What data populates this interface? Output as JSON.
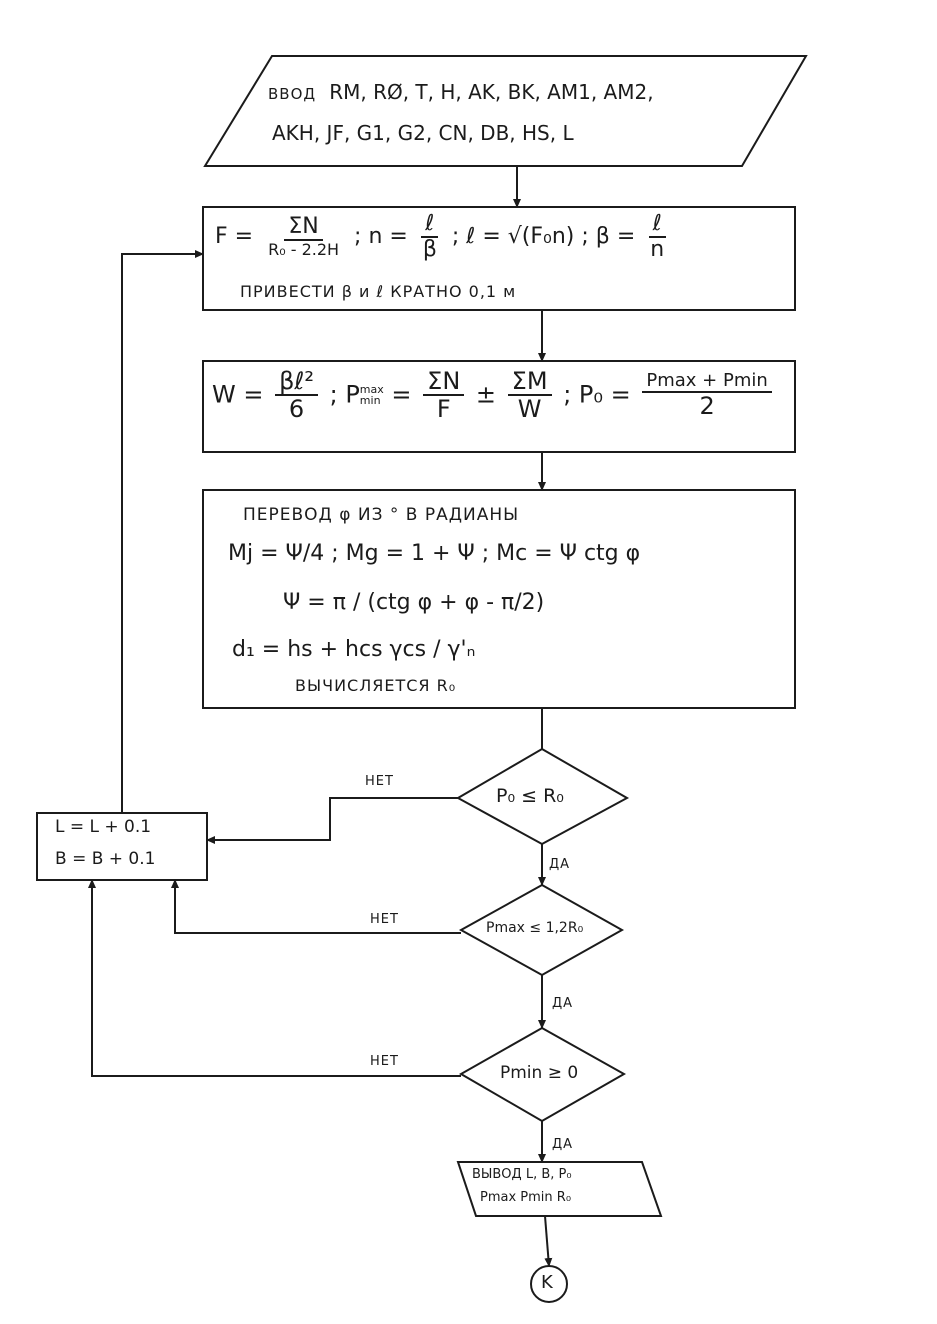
{
  "input_block": {
    "keyword": "ВВОД",
    "line1": "RM, RØ, T, H, AK, BK, AM1, AM2,",
    "line2": "AKH, JF, G1, G2, CN, DB, HS, L"
  },
  "block1": {
    "f_lhs": "F =",
    "f_num": "ΣN",
    "f_den": "R₀ - 2.2H",
    "n_lhs": "; n =",
    "n_num": "ℓ",
    "n_den": "β",
    "l_expr": "; ℓ = √(F₀n)",
    "b_lhs": "; β =",
    "b_num": "ℓ",
    "b_den": "n",
    "note": "ПРИВЕСТИ β и ℓ КРАТНО 0,1 м"
  },
  "block2": {
    "w_lhs": "W =",
    "w_num": "βℓ²",
    "w_den": "6",
    "p_lhs": "; P",
    "p_sup": "max",
    "p_sub": "min",
    "p_eq": "=",
    "p_num1": "ΣN",
    "p_den1": "F",
    "pm": "±",
    "p_num2": "ΣM",
    "p_den2": "W",
    "p0_lhs": "; P₀ =",
    "p0_num": "Pmax + Pmin",
    "p0_den": "2"
  },
  "block3": {
    "line1": "ПЕРЕВОД φ ИЗ ° В РАДИАНЫ",
    "line2": "Mj = Ψ/4 ; Mg = 1 + Ψ ; Mc = Ψ ctg φ",
    "line3": "Ψ = π / (ctg φ + φ - π/2)",
    "line4": "d₁ = hs + hcs γcs / γ'ₙ",
    "line5": "ВЫЧИСЛЯЕТСЯ R₀"
  },
  "update_block": {
    "line1": "L = L + 0.1",
    "line2": "B = B + 0.1"
  },
  "decision1": {
    "condition": "P₀ ≤ R₀",
    "no": "НЕТ",
    "yes": "ДА"
  },
  "decision2": {
    "condition": "Pmax ≤ 1,2R₀",
    "no": "НЕТ",
    "yes": "ДА"
  },
  "decision3": {
    "condition": "Pmin ≥ 0",
    "no": "НЕТ",
    "yes": "ДА"
  },
  "output_block": {
    "line1": "ВЫВОД L, B, P₀",
    "line2": "Pmax Pmin R₀"
  },
  "terminator": {
    "label": "K"
  }
}
